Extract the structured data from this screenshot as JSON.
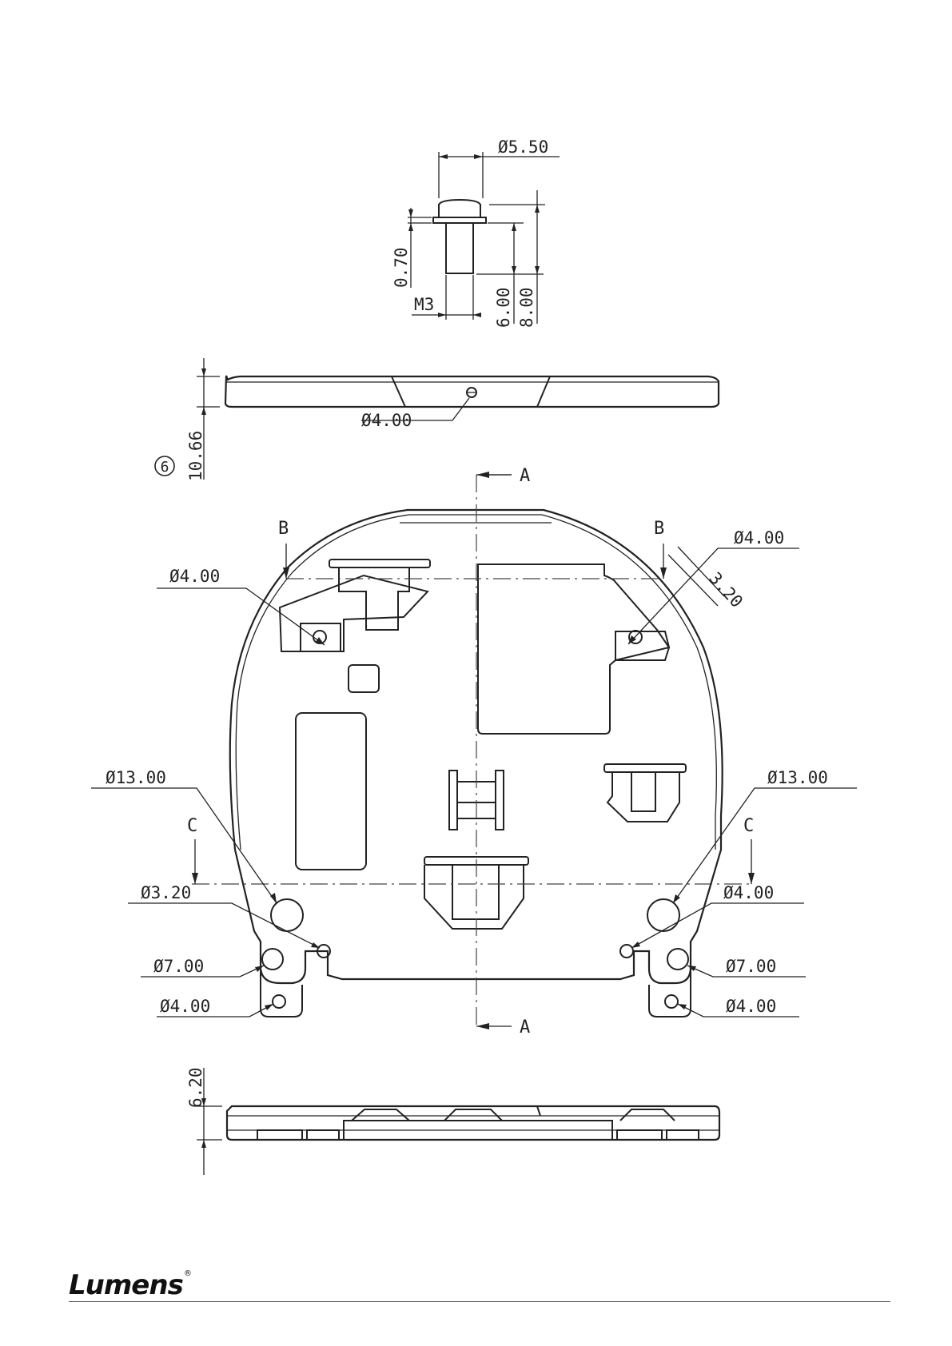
{
  "screw_detail": {
    "head_diameter": "Ø5.50",
    "washer_thickness": "0.70",
    "thread": "M3",
    "thread_length": "6.00",
    "overall_length": "8.00"
  },
  "top_profile": {
    "hole_diameter": "Ø4.00",
    "item_number": "6",
    "thickness": "10.66"
  },
  "plan_view": {
    "section_a_top": "A",
    "section_a_bottom": "A",
    "section_b_left": "B",
    "section_b_right": "B",
    "section_c_left": "C",
    "section_c_right": "C",
    "upper_left_hole": "Ø4.00",
    "upper_right_hole": "Ø4.00",
    "upper_right_slot_width": "3.20",
    "left_large_hole": "Ø13.00",
    "right_large_hole": "Ø13.00",
    "left_small_hole": "Ø3.20",
    "right_small_hole": "Ø4.00",
    "left_mid_hole": "Ø7.00",
    "right_mid_hole": "Ø7.00",
    "left_bottom_hole": "Ø4.00",
    "right_bottom_hole": "Ø4.00"
  },
  "bottom_profile": {
    "thickness": "6.20"
  },
  "footer": {
    "brand": "Lumens",
    "registered_mark": "®"
  }
}
